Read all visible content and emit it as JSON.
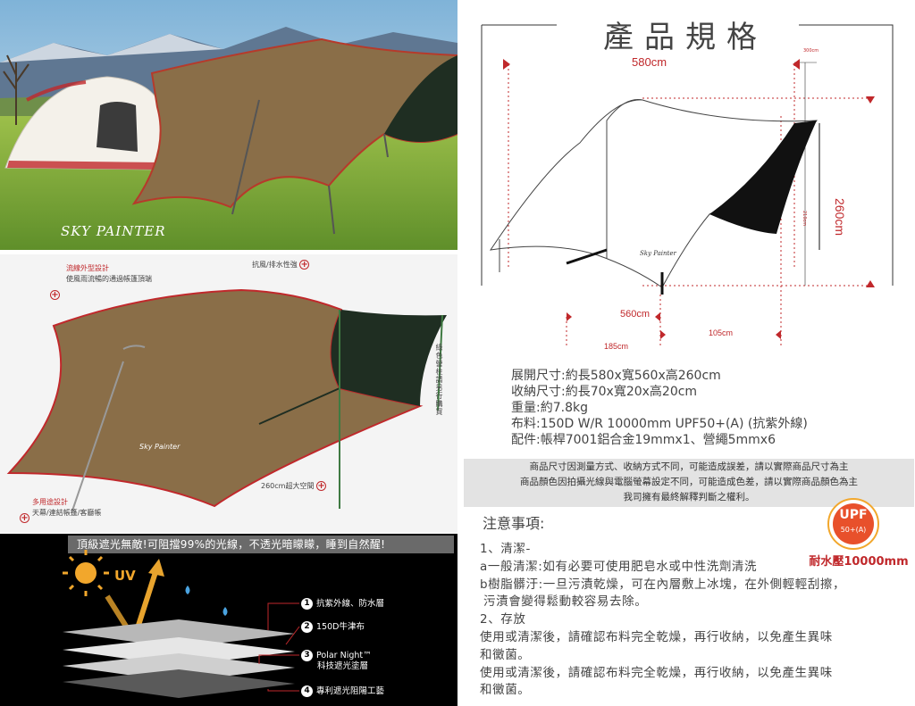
{
  "photo": {
    "brand": "SKY PAINTER"
  },
  "features": {
    "flow_title": "流線外型設計",
    "flow_desc": "使風雨流暢的通過帳篷頂端",
    "wind_title": "抗風/排水性強",
    "pole_note": "綠色營柱請另行購買",
    "space_label": "260cm超大空間",
    "multi_title": "多用途設計",
    "multi_desc": "天幕/連結帳篷/客廳帳",
    "tag": "Sky Painter"
  },
  "layers": {
    "headline": "頂級遮光無敵!可阻擋99%的光線，不透光暗矇矇，睡到自然醒!",
    "uv": "UV",
    "items": [
      {
        "num": "1",
        "label": "抗紫外線、防水層"
      },
      {
        "num": "2",
        "label": "150D牛津布"
      },
      {
        "num": "3",
        "label": "Polar Night™",
        "sub": "科技遮光塗層"
      },
      {
        "num": "4",
        "label": "專利遮光阻陽工藝"
      }
    ]
  },
  "spec": {
    "title": "產品規格",
    "dims": {
      "length": "580cm",
      "height": "260cm",
      "width": "560cm",
      "offset_185": "185cm",
      "offset_105": "105cm",
      "small_300": "300cm",
      "small_210": "210cm"
    },
    "diagram_tag": "Sky Painter",
    "list": [
      "展開尺寸:約長580x寬560x高260cm",
      "收納尺寸:約長70x寬20x高20cm",
      "重量:約7.8kg",
      "布料:150D W/R 10000mm UPF50+(A) (抗紫外線)",
      "配件:帳桿7001鋁合金19mmx1、營繩5mmx6"
    ],
    "notice": [
      "商品尺寸因測量方式、收納方式不同，可能造成誤差，請以實際商品尺寸為主",
      "商品顏色因拍攝光線與電腦螢幕設定不同，可能造成色差，請以實際商品顏色為主",
      "我司擁有最終解釋判斷之權利。"
    ]
  },
  "notes": {
    "title": "注意事項:",
    "lines": [
      "1、清潔-",
      "a一般清潔:如有必要可使用肥皂水或中性洗劑清洗",
      "b樹脂髒汙:一旦污漬乾燥，可在內層敷上冰塊，在外側輕輕刮擦，",
      " 污漬會變得鬆動較容易去除。",
      "2、存放",
      "使用或清潔後，請確認布料完全乾燥，再行收納，以免產生異味",
      "和黴菌。",
      "使用或清潔後，請確認布料完全乾燥，再行收納，以免產生異味",
      "和黴菌。"
    ]
  },
  "badge": {
    "upf": "UPF",
    "rating": "50+(A)",
    "waterproof": "耐水壓10000mm"
  },
  "colors": {
    "tarp": "#8a6e48",
    "accent_red": "#c0282b",
    "shade": "#1f2e22"
  }
}
